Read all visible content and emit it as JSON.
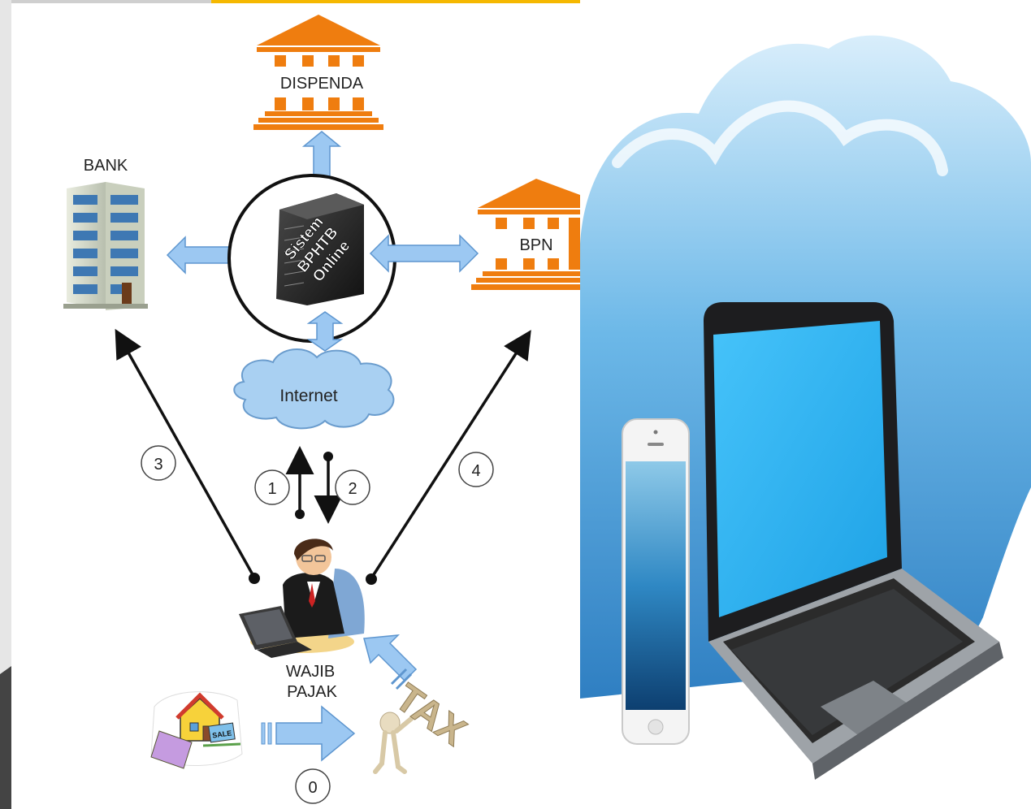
{
  "diagram": {
    "nodes": {
      "dispenda": {
        "label": "DISPENDA"
      },
      "bank": {
        "label": "BANK"
      },
      "bpn": {
        "label": "BPN"
      },
      "server": {
        "label_line1": "Sistem",
        "label_line2": "BPHTB",
        "label_line3": "Online"
      },
      "internet": {
        "label": "Internet"
      },
      "taxpayer": {
        "label_line1": "WAJIB",
        "label_line2": "PAJAK"
      }
    },
    "steps": [
      {
        "label": "0"
      },
      {
        "label": "1"
      },
      {
        "label": "2"
      },
      {
        "label": "3"
      },
      {
        "label": "4"
      }
    ],
    "tax_tag": "TAX",
    "sale_tag": "SALE"
  },
  "colors": {
    "building_orange": "#ef7d0f",
    "arrow_blue": "#9cc8f2",
    "arrow_outline": "#5e96cf",
    "cloud_blue": "#5aa9e0",
    "screen_blue": "#2fb3f3",
    "top_bar_yellow": "#f5b800"
  }
}
